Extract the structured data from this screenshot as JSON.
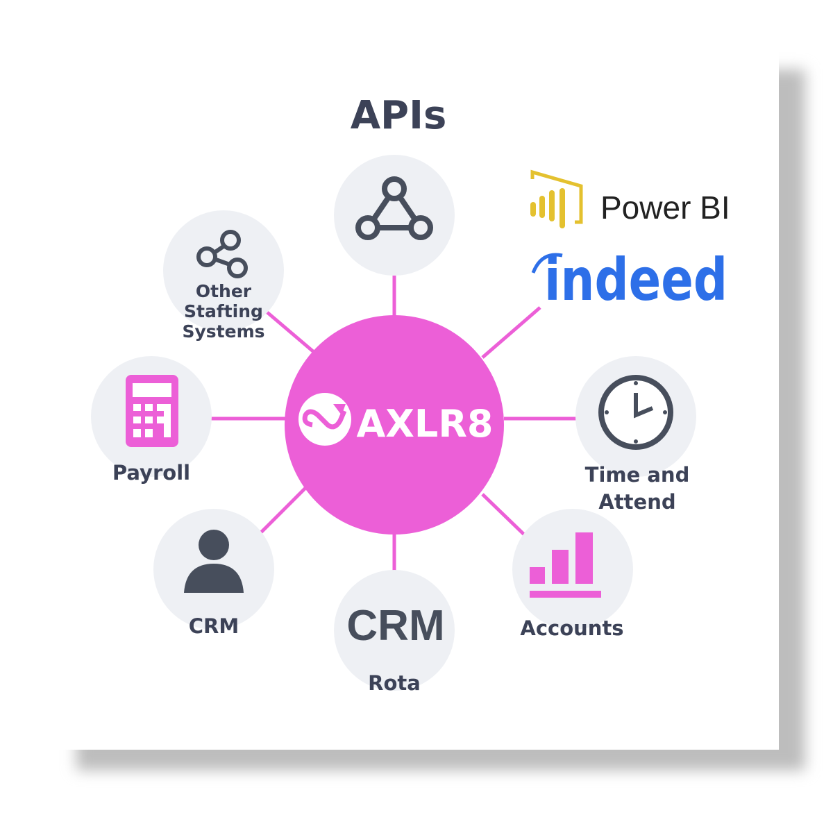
{
  "title": "APIs",
  "center": {
    "label": "AXLR8",
    "color": "#ec5fd7"
  },
  "nodes": {
    "apis": {
      "icon": "triangle-network-icon"
    },
    "other": {
      "line1": "Other",
      "line2": "Stafting",
      "line3": "Systems",
      "icon": "share-nodes-icon"
    },
    "payroll": {
      "label": "Payroll",
      "icon": "calculator-icon"
    },
    "crm": {
      "label": "CRM",
      "icon": "person-icon"
    },
    "rota": {
      "icon_text": "CRM",
      "label": "Rota"
    },
    "accounts": {
      "label": "Accounts",
      "icon": "bar-chart-icon"
    },
    "time": {
      "line1": "Time and",
      "line2": "Attend",
      "icon": "clock-icon"
    }
  },
  "logos": {
    "powerbi": "Power BI",
    "indeed": "indeed"
  },
  "colors": {
    "accent": "#ec5fd7",
    "node_bg": "#eef0f4",
    "text": "#3c4257",
    "powerbi": "#e4c12f",
    "indeed": "#2d6fe8"
  }
}
